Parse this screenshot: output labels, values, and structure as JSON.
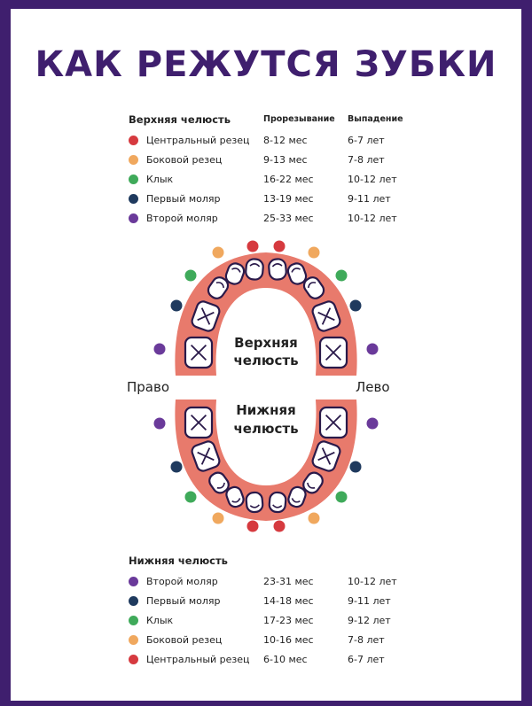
{
  "title": "КАК РЕЖУТСЯ ЗУБКИ",
  "colors": {
    "frame": "#3f1f6e",
    "gum": "#e87a6c",
    "tooth_outline": "#2a1a4a",
    "central": "#d63a3f",
    "lateral": "#f0a85e",
    "canine": "#3faa5a",
    "first_molar": "#1f3a5e",
    "second_molar": "#6a3a9a"
  },
  "upper_table": {
    "header": "Верхняя челюсть",
    "col_eruption": "Прорезывание",
    "col_loss": "Выпадение",
    "rows": [
      {
        "name": "Центральный резец",
        "eruption": "8-12 мес",
        "loss": "6-7 лет",
        "color": "#d63a3f"
      },
      {
        "name": "Боковой резец",
        "eruption": "9-13 мес",
        "loss": "7-8 лет",
        "color": "#f0a85e"
      },
      {
        "name": "Клык",
        "eruption": "16-22 мес",
        "loss": "10-12 лет",
        "color": "#3faa5a"
      },
      {
        "name": "Первый моляр",
        "eruption": "13-19 мес",
        "loss": "9-11 лет",
        "color": "#1f3a5e"
      },
      {
        "name": "Второй моляр",
        "eruption": "25-33 мес",
        "loss": "10-12 лет",
        "color": "#6a3a9a"
      }
    ]
  },
  "diagram": {
    "upper_label_1": "Верхняя",
    "upper_label_2": "челюсть",
    "lower_label_1": "Нижняя",
    "lower_label_2": "челюсть",
    "right_label": "Право",
    "left_label": "Лево"
  },
  "lower_table": {
    "header": "Нижняя челюсть",
    "rows": [
      {
        "name": "Второй моляр",
        "eruption": "23-31 мес",
        "loss": "10-12 лет",
        "color": "#6a3a9a"
      },
      {
        "name": "Первый моляр",
        "eruption": "14-18 мес",
        "loss": "9-11 лет",
        "color": "#1f3a5e"
      },
      {
        "name": "Клык",
        "eruption": "17-23 мес",
        "loss": "9-12 лет",
        "color": "#3faa5a"
      },
      {
        "name": "Боковой резец",
        "eruption": "10-16 мес",
        "loss": "7-8 лет",
        "color": "#f0a85e"
      },
      {
        "name": "Центральный резец",
        "eruption": "6-10 мес",
        "loss": "6-7 лет",
        "color": "#d63a3f"
      }
    ]
  }
}
